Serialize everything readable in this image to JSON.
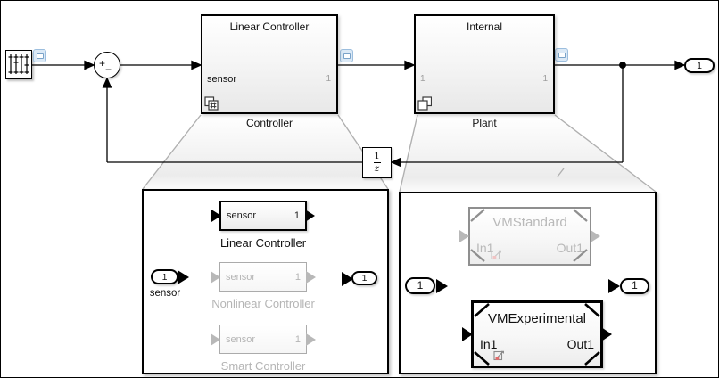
{
  "colors": {
    "wire": "#000000",
    "inactive_gray": "#b5b5b5",
    "viewer_badge_blue": "#9cbede",
    "model_badge_red": "#e36b6b",
    "callout_gray": "#b0b0b0"
  },
  "top": {
    "sum": {
      "plus": "+",
      "minus": "−"
    },
    "controller": {
      "title": "Linear Controller",
      "in_label": "sensor",
      "out_label": "1",
      "name": "Controller"
    },
    "plant": {
      "title": "Internal",
      "in_label": "1",
      "out_label": "1",
      "name": "Plant"
    },
    "unit_delay": {
      "numerator": "1",
      "denominator": "z"
    },
    "outport_label": "1"
  },
  "controller_panel": {
    "inport_label": "1",
    "inport_name": "sensor",
    "outport_label": "1",
    "choices": [
      {
        "label": "Linear Controller",
        "in_port": "sensor",
        "out_port": "1",
        "state": "active"
      },
      {
        "label": "Nonlinear Controller",
        "in_port": "sensor",
        "out_port": "1",
        "state": "inactive"
      },
      {
        "label": "Smart Controller",
        "in_port": "sensor",
        "out_port": "1",
        "state": "inactive"
      }
    ]
  },
  "plant_panel": {
    "inport_label": "1",
    "outport_label": "1",
    "choices": [
      {
        "title": "VMStandard",
        "in_port": "In1",
        "out_port": "Out1",
        "state": "inactive"
      },
      {
        "title": "VMExperimental",
        "in_port": "In1",
        "out_port": "Out1",
        "state": "active"
      }
    ]
  }
}
